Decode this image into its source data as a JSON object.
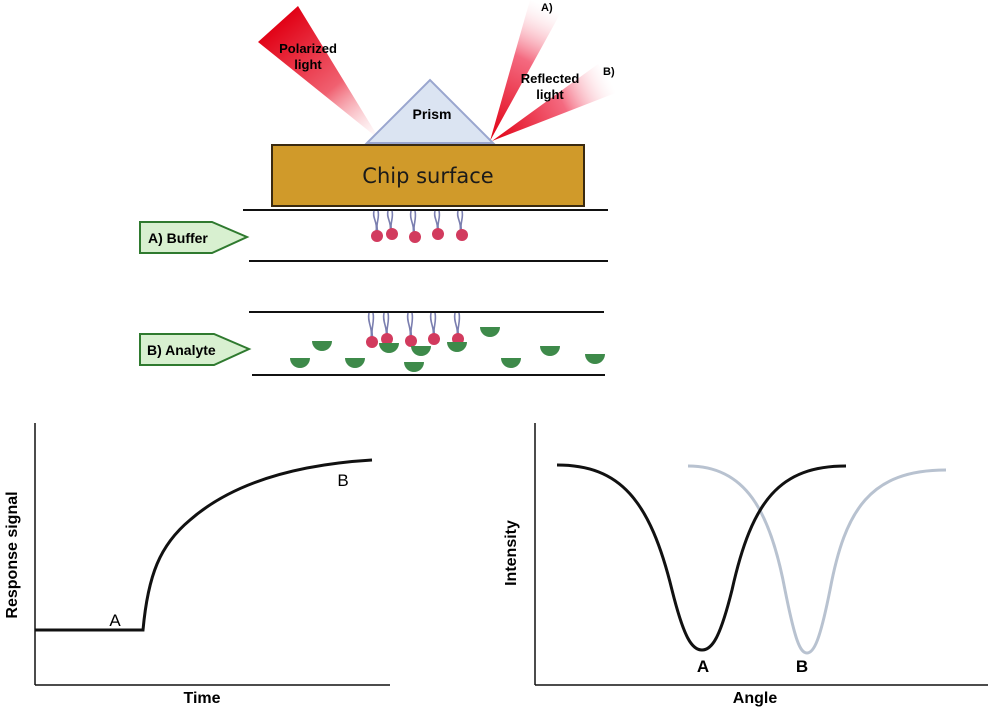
{
  "schematic": {
    "polarized_light": [
      "Polarized",
      "light"
    ],
    "prism": "Prism",
    "reflected_light": [
      "Reflected",
      "light"
    ],
    "beam_a_label": "A)",
    "beam_b_label": "B)",
    "chip_surface": "Chip surface",
    "buffer_label": "A) Buffer",
    "analyte_label": "B) Analyte"
  },
  "colors": {
    "chip_fill": "#d09a2a",
    "arrow_fill": "#d8f0d0",
    "arrow_stroke": "#2f7a2f",
    "ligand_ball": "#d23b5e",
    "ligand_stem": "#7b7fb0",
    "analyte": "#3e8a4a",
    "prism_fill": "#dbe4f2",
    "prism_stroke": "#9aa6cf",
    "beam": "#e10014",
    "curve_a": "#000000",
    "curve_b": "#b8c2d0"
  },
  "chart_data": [
    {
      "type": "line",
      "xlabel": "Time",
      "ylabel": "Response signal",
      "annotations": [
        "A",
        "B"
      ]
    },
    {
      "type": "line",
      "xlabel": "Angle",
      "ylabel": "Intensity",
      "annotations": [
        "A",
        "B"
      ]
    }
  ]
}
